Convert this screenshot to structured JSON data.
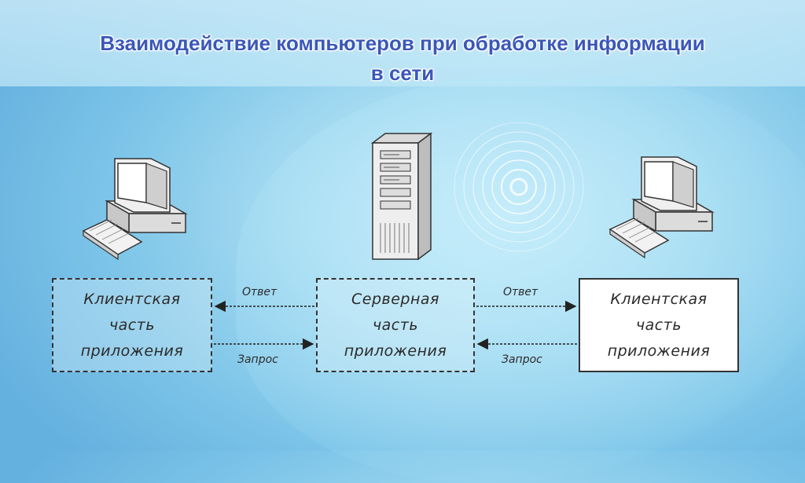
{
  "title_line1": "Взаимодействие компьютеров при обработке информации",
  "title_line2": "в сети",
  "boxes": {
    "left": "Клиентская\nчасть\nприложения",
    "center": "Серверная\nчасть\nприложения",
    "right": "Клиентская\nчасть\nприложения"
  },
  "arrows": {
    "left_top": "Ответ",
    "left_bottom": "Запрос",
    "right_top": "Ответ",
    "right_bottom": "Запрос"
  },
  "icons": [
    "client-computer-icon",
    "server-tower-icon",
    "client-computer-icon"
  ]
}
